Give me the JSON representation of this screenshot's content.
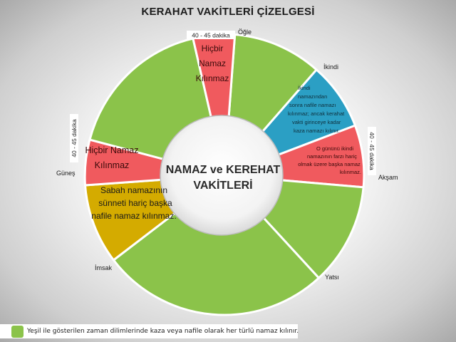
{
  "title": "KERAHAT VAKİTLERİ ÇİZELGESİ",
  "center": {
    "line1": "NAMAZ ve KEREHAT",
    "line2": "VAKİTLERİ"
  },
  "colors": {
    "green": "#8bc34a",
    "red": "#f05a5e",
    "blue": "#2b9fc4",
    "yellow": "#d4ab00"
  },
  "segments": [
    {
      "id": "green-ogle",
      "color": "green",
      "text_lines": []
    },
    {
      "id": "blue-ikindi",
      "color": "blue",
      "text_lines": [
        "İkindi",
        "namazından",
        "sonra nafile namazı",
        "kılınmaz; ancak kerahat",
        "vakti girinceye kadar",
        "kaza namazı kılınır."
      ]
    },
    {
      "id": "red-aksam",
      "color": "red",
      "text_lines": [
        "O gününü ikindi",
        "namazının farzı hariç",
        "olmak üzere başka namaz",
        "kılınmaz."
      ]
    },
    {
      "id": "green-yatsi",
      "color": "green",
      "text_lines": []
    },
    {
      "id": "green-imsak",
      "color": "green",
      "text_lines": []
    },
    {
      "id": "yellow-sabah",
      "color": "yellow",
      "text_lines": [
        "Sabah namazının",
        "sünneti hariç başka",
        "nafile namaz kılınmaz."
      ]
    },
    {
      "id": "red-gunes",
      "color": "red",
      "text_lines": [
        "Hiçbir Namaz",
        "Kılınmaz"
      ]
    },
    {
      "id": "green-gunes-ogle",
      "color": "green",
      "text_lines": []
    },
    {
      "id": "red-ogle",
      "color": "red",
      "text_lines": [
        "Hiçbir",
        "Namaz",
        "Kılınmaz"
      ]
    }
  ],
  "duration_labels": [
    "40 - 45 dakika",
    "40 - 45 dakika",
    "40 - 45 dakika"
  ],
  "time_labels": {
    "ogle": "Öğle",
    "ikindi": "İkindi",
    "aksam": "Akşam",
    "yatsi": "Yatsı",
    "imsak": "İmsak",
    "gunes": "Güneş"
  },
  "legend": {
    "text": "Yeşil ile gösterilen zaman dilimlerinde kaza veya nafile olarak her türlü namaz kılınır."
  }
}
